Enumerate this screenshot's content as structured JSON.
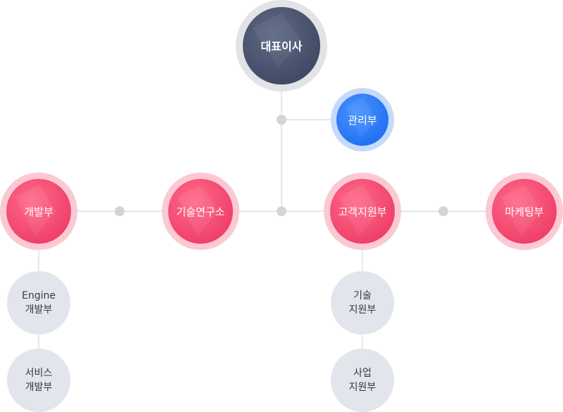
{
  "org_chart": {
    "ceo": {
      "label": "대표이사",
      "color": "#4a5470"
    },
    "admin": {
      "label": "관리부",
      "color": "#2f7df7"
    },
    "rnd": {
      "label": "기술연구소",
      "color": "#f4476f"
    },
    "dev": {
      "label": "개발부",
      "color": "#f4476f"
    },
    "cs": {
      "label": "고객지원부",
      "color": "#f4476f"
    },
    "marketing": {
      "label": "마케팅부",
      "color": "#f4476f"
    },
    "engine_dev": {
      "label_line1": "Engine",
      "label_line2": "개발부",
      "color": "#e2e5ec"
    },
    "service_dev": {
      "label_line1": "서비스",
      "label_line2": "개발부",
      "color": "#e2e5ec"
    },
    "tech_support": {
      "label_line1": "기술",
      "label_line2": "지원부",
      "color": "#e2e5ec"
    },
    "biz_support": {
      "label_line1": "사업",
      "label_line2": "지원부",
      "color": "#e2e5ec"
    },
    "connector_color": "#d8d8d8",
    "junction_color": "#d2d4d8"
  }
}
